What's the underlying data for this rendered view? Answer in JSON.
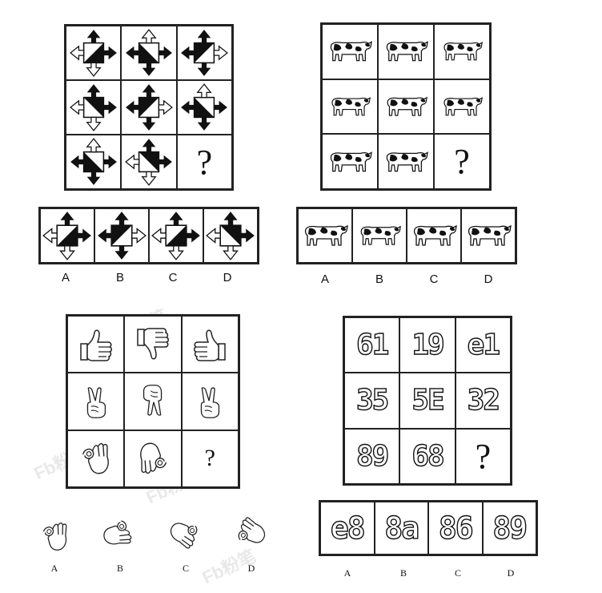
{
  "puzzles": {
    "arrows": {
      "question": "?",
      "options": [
        "A",
        "B",
        "C",
        "D"
      ]
    },
    "cows": {
      "question": "?",
      "options": [
        "A",
        "B",
        "C",
        "D"
      ]
    },
    "hands": {
      "question": "?",
      "options": [
        "A",
        "B",
        "C",
        "D"
      ]
    },
    "digits": {
      "grid": [
        "61",
        "19",
        "e1",
        "35",
        "5E",
        "32",
        "89",
        "68"
      ],
      "question": "?",
      "option_values": [
        "e8",
        "8a",
        "86",
        "89"
      ],
      "options": [
        "A",
        "B",
        "C",
        "D"
      ]
    }
  },
  "watermark": {
    "text": "Fb粉笔"
  }
}
